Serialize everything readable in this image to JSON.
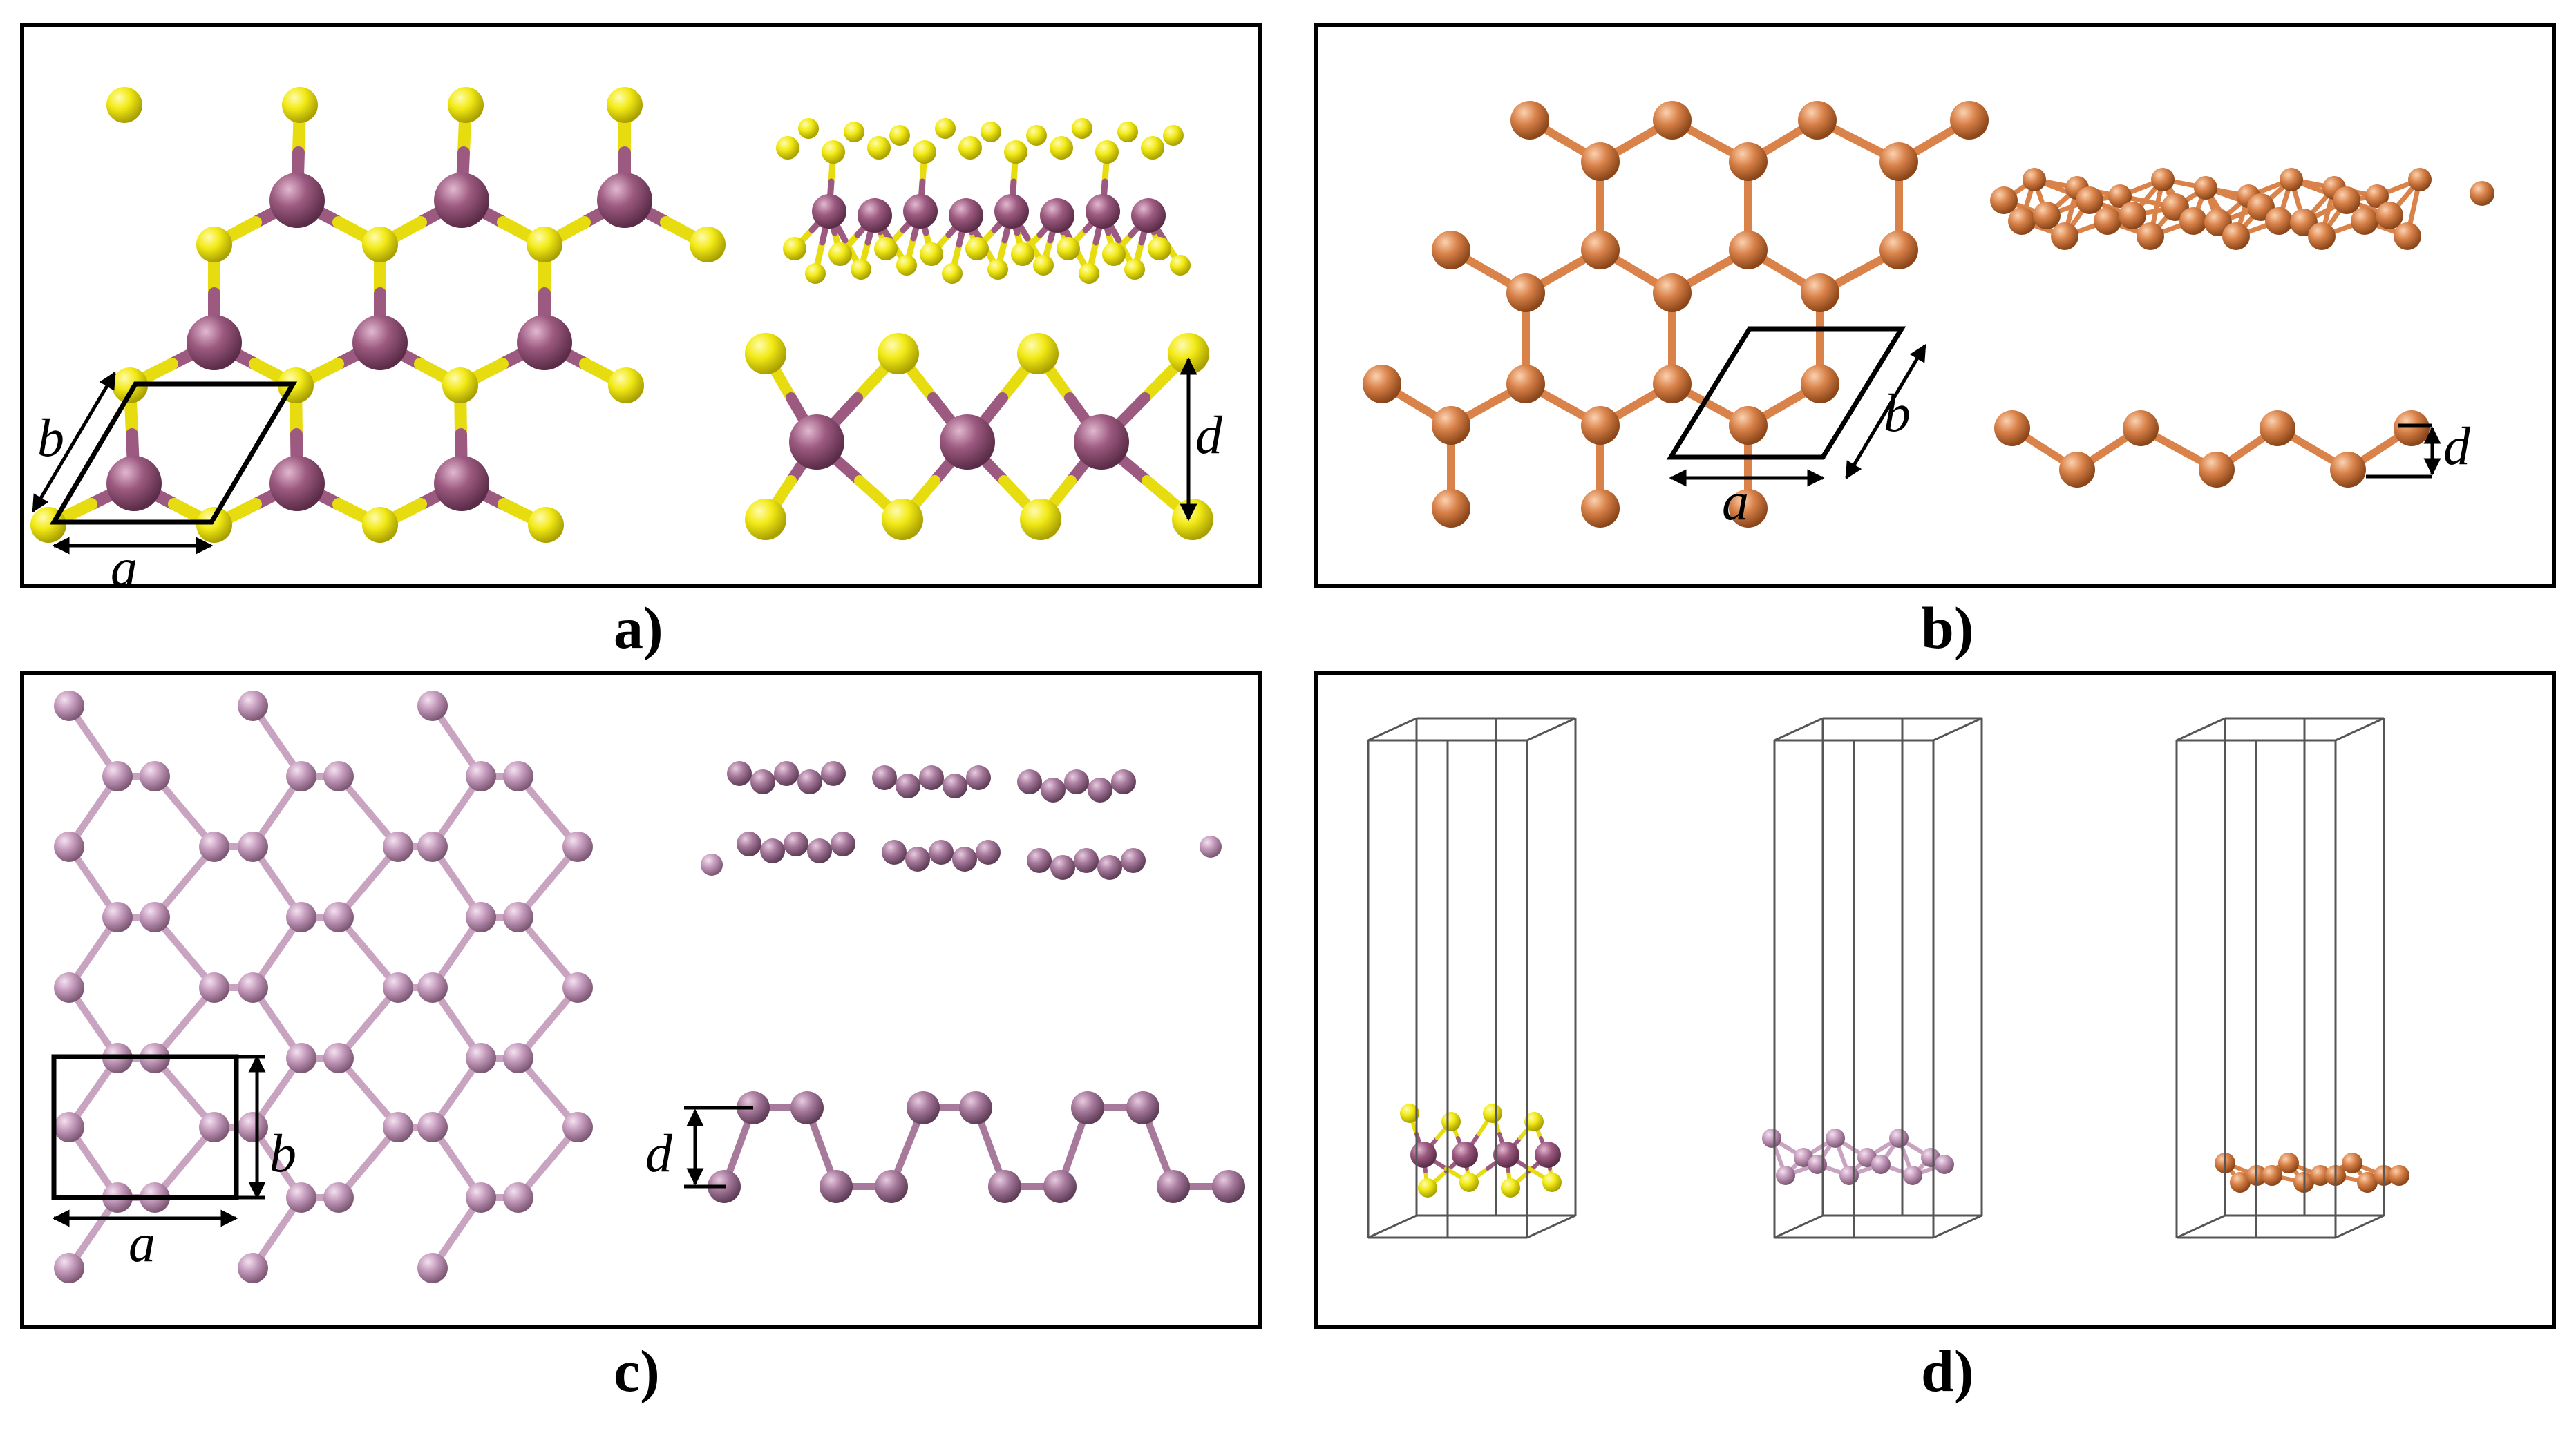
{
  "colors": {
    "sulfur": "#f2ea16",
    "metal": "#9c5a80",
    "copper": "#d9824a",
    "phosphorus": "#c59bbd",
    "phosphorus_dark": "#a77a9c",
    "frame": "#000000",
    "cell_box": "#555555"
  },
  "panels": {
    "a": {
      "label": "a)",
      "lattice_a": "a",
      "lattice_b": "b",
      "thickness": "d"
    },
    "b": {
      "label": "b)",
      "lattice_a": "a",
      "lattice_b": "b",
      "thickness": "d"
    },
    "c": {
      "label": "c)",
      "lattice_a": "a",
      "lattice_b": "b",
      "thickness": "d"
    },
    "d": {
      "label": "d)"
    }
  }
}
